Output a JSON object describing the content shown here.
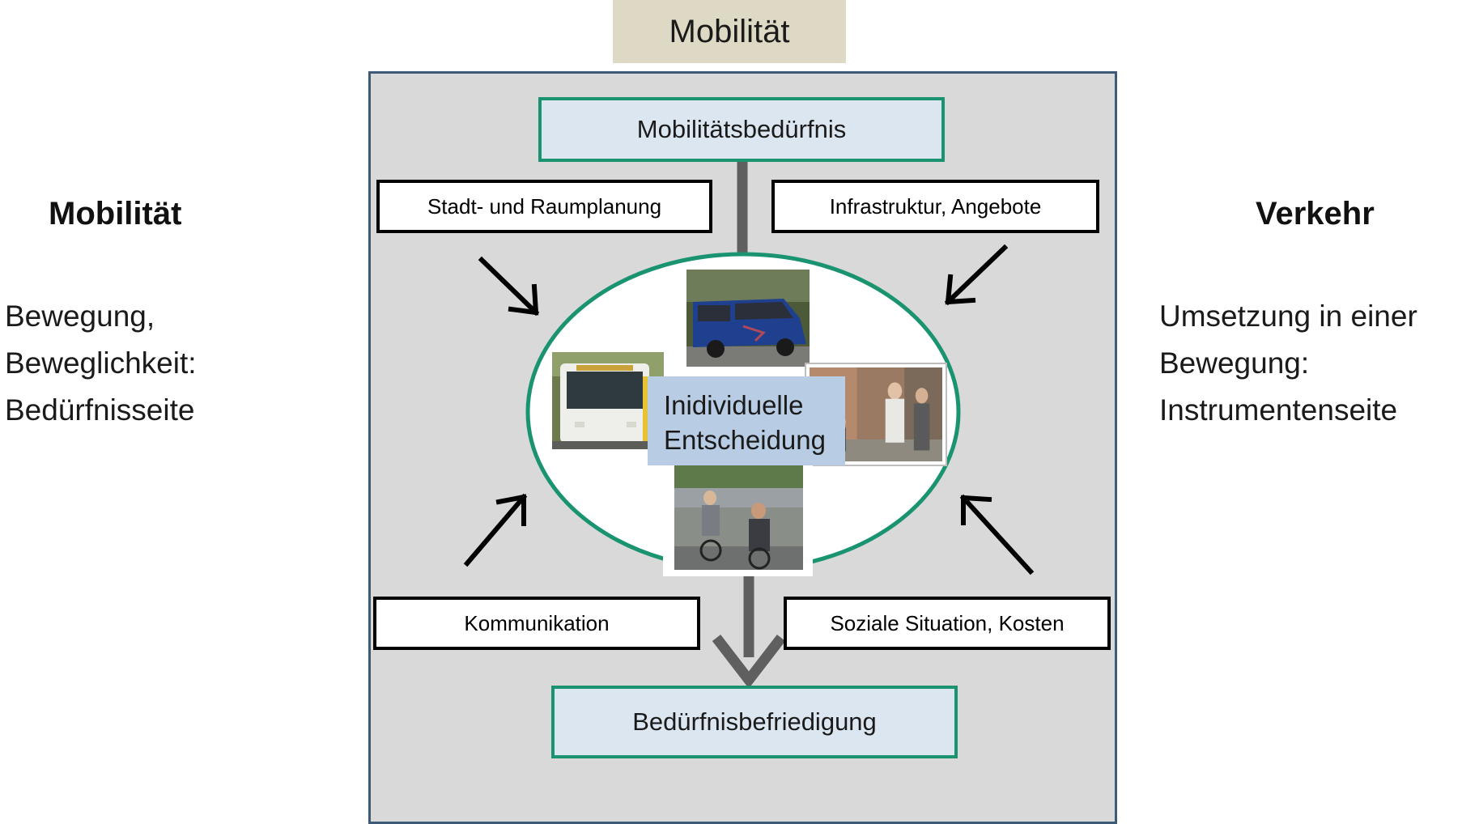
{
  "title": "Mobilität",
  "left_panel": {
    "heading": "Mobilität",
    "lines": [
      "Bewegung,",
      "Beweglichkeit:",
      "Bedürfnisseite"
    ]
  },
  "right_panel": {
    "heading": "Verkehr",
    "lines": [
      "Umsetzung in einer",
      "Bewegung:",
      "Instrumentenseite"
    ]
  },
  "diagram": {
    "top_box": "Mobilitätsbedürfnis",
    "bottom_box": "Bedürfnisbefriedigung",
    "center_lines": [
      "Inidividuelle",
      "Entscheidung"
    ],
    "factors": {
      "top_left": "Stadt- und Raumplanung",
      "top_right": "Infrastruktur, Angebote",
      "bottom_left": "Kommunikation",
      "bottom_right": "Soziale Situation, Kosten"
    },
    "photos": [
      "van",
      "bus",
      "pedestrians",
      "cyclists"
    ]
  },
  "colors": {
    "frame_border": "#3d5a78",
    "frame_fill": "#d9d9d9",
    "green_border": "#1a9470",
    "box_fill": "#dce6f1",
    "decision_fill": "#b8cce4",
    "title_fill": "#ddd9c4"
  }
}
